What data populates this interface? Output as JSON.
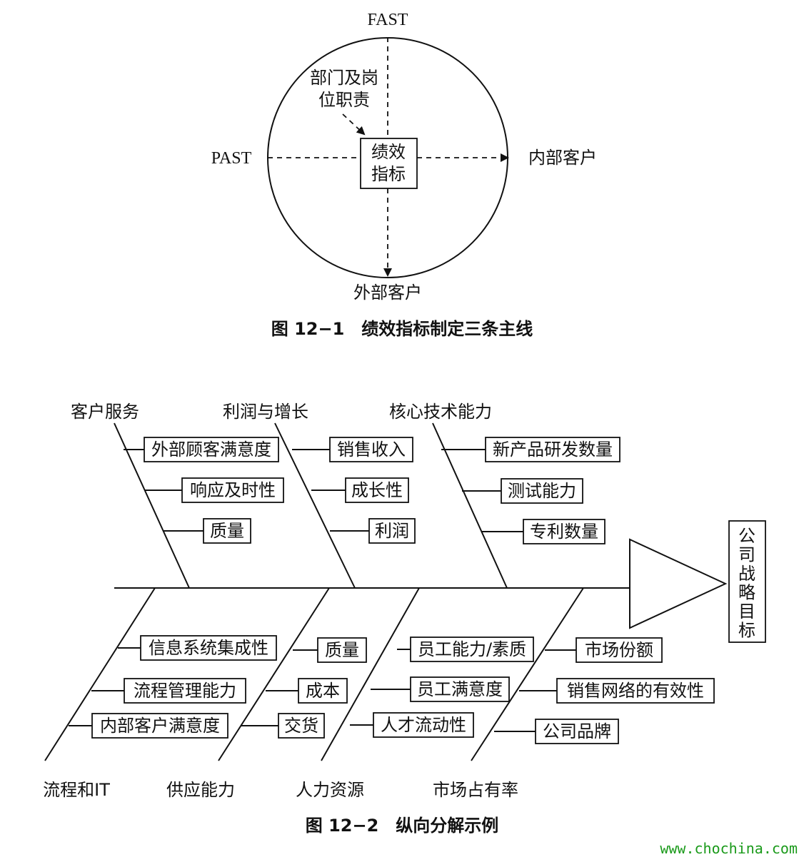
{
  "figure1": {
    "top": "FAST",
    "left": "PAST",
    "right": "内部客户",
    "bottom": "外部客户",
    "dept_line1": "部门及岗",
    "dept_line2": "位职责",
    "center_line1": "绩效",
    "center_line2": "指标",
    "caption": "图 12−1　绩效指标制定三条主线"
  },
  "figure2": {
    "goal_chars": [
      "公",
      "司",
      "战",
      "略",
      "目",
      "标"
    ],
    "top_categories": [
      {
        "name": "客户服务",
        "items": [
          "外部顾客满意度",
          "响应及时性",
          "质量"
        ]
      },
      {
        "name": "利润与增长",
        "items": [
          "销售收入",
          "成长性",
          "利润"
        ]
      },
      {
        "name": "核心技术能力",
        "items": [
          "新产品研发数量",
          "测试能力",
          "专利数量"
        ]
      }
    ],
    "bottom_categories": [
      {
        "name": "流程和IT",
        "items": [
          "信息系统集成性",
          "流程管理能力",
          "内部客户满意度"
        ]
      },
      {
        "name": "供应能力",
        "items": [
          "质量",
          "成本",
          "交货"
        ]
      },
      {
        "name": "人力资源",
        "items": [
          "员工能力/素质",
          "员工满意度",
          "人才流动性"
        ]
      },
      {
        "name": "市场占有率",
        "items": [
          "市场份额",
          "销售网络的有效性",
          "公司品牌"
        ]
      }
    ],
    "caption": "图 12−2　纵向分解示例"
  },
  "watermark": "www.chochina.com",
  "colors": {
    "line": "#111111",
    "watermark": "#1a9a1a"
  }
}
